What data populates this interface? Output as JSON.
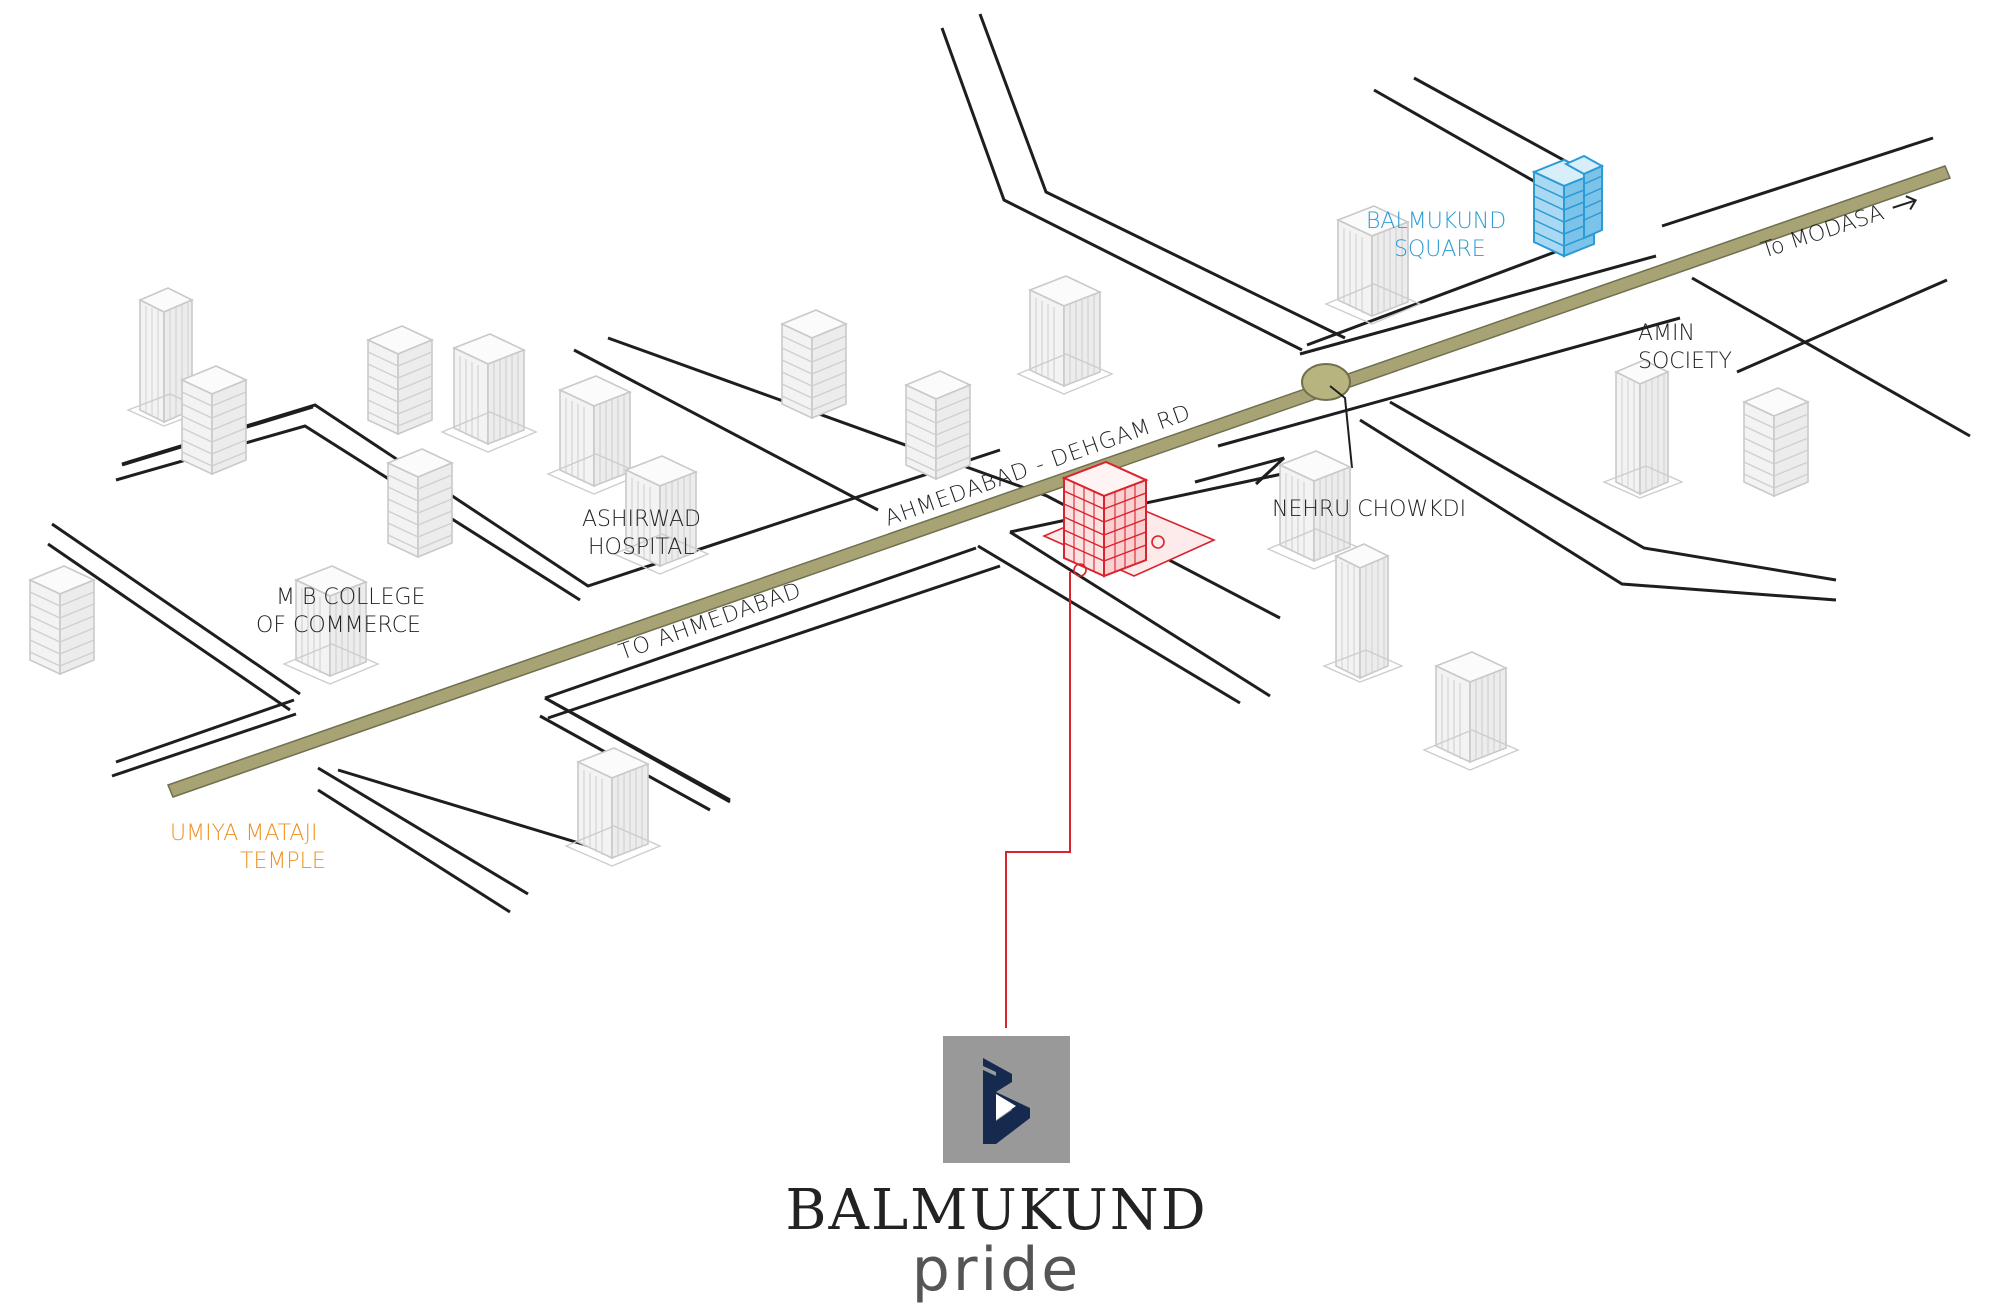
{
  "labels": {
    "balmukund_square": [
      "BALMUKUND",
      "SQUARE"
    ],
    "to_modasa": "To MODASA",
    "amin_society": [
      "AMIN",
      "SOCIETY"
    ],
    "nehru_chowkdi": "NEHRU CHOWKDI",
    "ahmedabad_dehgam_rd": "AHMEDABAD - DEHGAM RD",
    "to_ahmedabad": "TO AHMEDABAD",
    "ashirwad_hospital": [
      "ASHIRWAD",
      "HOSPITAL"
    ],
    "mb_college": [
      "M B COLLEGE",
      "OF COMMERCE"
    ],
    "umiya_mataji": [
      "UMIYA MATAJI",
      "TEMPLE"
    ]
  },
  "brand": {
    "name": "BALMUKUND",
    "sub": "pride"
  },
  "icons": {
    "to_modasa_arrow": "arrow-right-icon",
    "project": "highlighted-building-icon",
    "logo": "balmukund-logo-mark"
  },
  "colors": {
    "main_road": "#a8a374",
    "roundabout": "#b8b47f",
    "project": "#d9232e",
    "balmukund_square": "#2a9bd4",
    "umiya_label": "#f0901e",
    "logo_bg": "#999999",
    "logo_dark": "#16294f",
    "logo_light": "#ffffff"
  }
}
